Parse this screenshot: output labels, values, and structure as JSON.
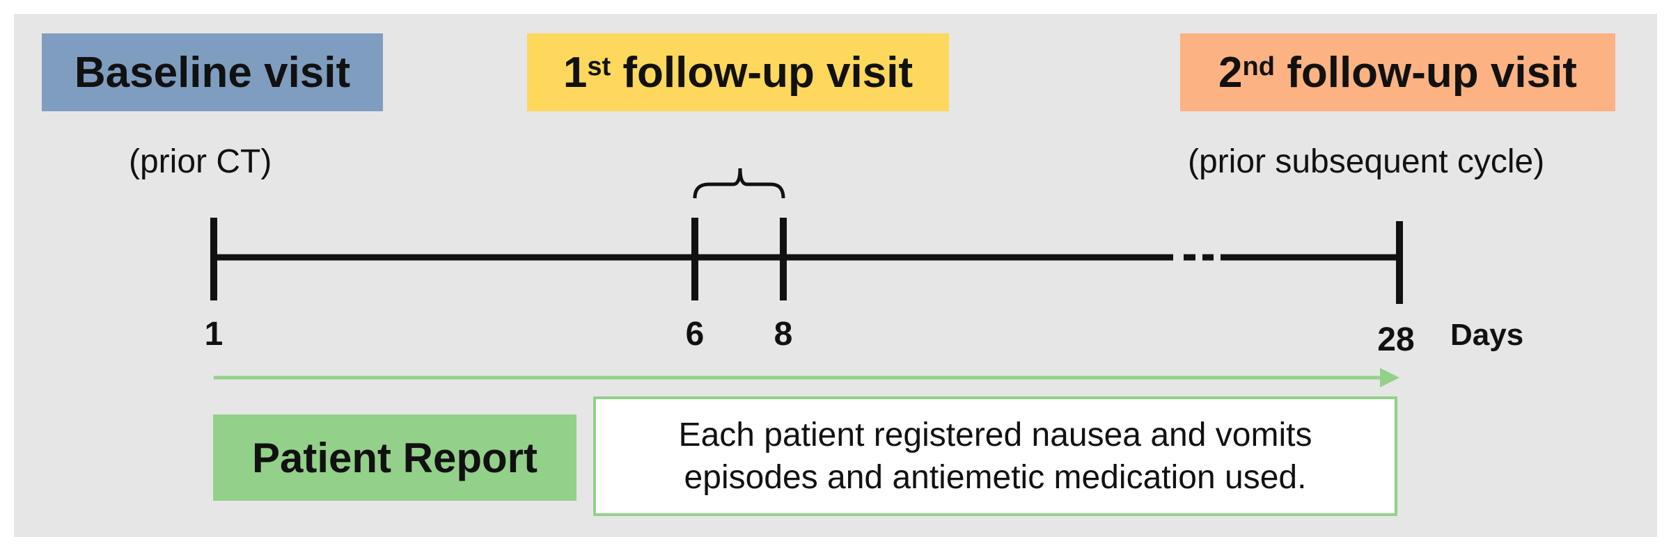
{
  "visits": {
    "baseline": "Baseline visit",
    "followup1_num": "1",
    "followup1_sup": "st",
    "followup1_rest": " follow-up visit",
    "followup2_num": "2",
    "followup2_sup": "nd",
    "followup2_rest": " follow-up visit"
  },
  "notes": {
    "prior_ct": "(prior CT)",
    "prior_subsequent": "(prior subsequent cycle)"
  },
  "timeline": {
    "ticks": [
      {
        "day": 1,
        "label": "1"
      },
      {
        "day": 6,
        "label": "6"
      },
      {
        "day": 8,
        "label": "8"
      },
      {
        "day": 28,
        "label": "28"
      }
    ],
    "unit_label": "Days"
  },
  "report": {
    "label": "Patient Report",
    "line1": "Each patient registered nausea and vomits",
    "line2": "episodes and antiemetic medication used."
  },
  "colors": {
    "baseline": "#7f9dbf",
    "followup1": "#fdd85d",
    "followup2": "#fcb282",
    "report": "#93d08a",
    "arrow": "#93d08a"
  }
}
